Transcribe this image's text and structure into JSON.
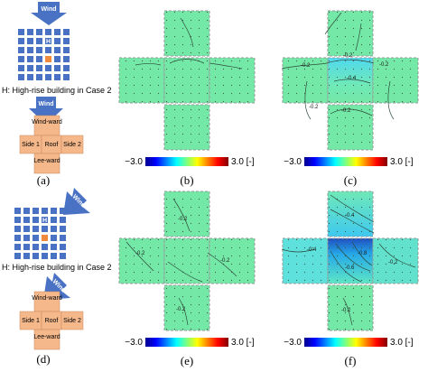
{
  "panels": {
    "a": {
      "label": "(a)",
      "wind_label": "Wind",
      "wind_label_2": "Wind",
      "building_marker": "H",
      "caption": "H: High-rise building in Case 2",
      "faces": {
        "windward": "Wind-ward",
        "side1": "Side 1",
        "roof": "Roof",
        "side2": "Side 2",
        "leeward": "Lee-ward"
      }
    },
    "b": {
      "label": "(b)"
    },
    "c": {
      "label": "(c)",
      "contour_labels": [
        "-0.2",
        "-0.2",
        "-0.2",
        "-0.4",
        "-0.2",
        "-0.2"
      ]
    },
    "d": {
      "label": "(d)",
      "wind_label": "Wind",
      "wind_label_2": "Wind",
      "building_marker": "H",
      "caption": "H: High-rise building in Case 2",
      "faces": {
        "windward": "Wind-ward",
        "side1": "Side 1",
        "roof": "Roof",
        "side2": "Side 2",
        "leeward": "Lee-ward"
      }
    },
    "e": {
      "label": "(e)",
      "contour_labels": [
        "-0.2",
        "-0.2",
        "-0.2",
        "-0.2"
      ]
    },
    "f": {
      "label": "(f)",
      "contour_labels": [
        "-0.4",
        "-0.4",
        "-0.2",
        "-0.2",
        "-0.6",
        "-0.8"
      ]
    }
  },
  "colorbar": {
    "min_label": "−3.0",
    "max_label": "3.0 [-]"
  },
  "colors": {
    "building_blue": "#4a72c4",
    "high_rise_orange": "#f08a3c",
    "face_orange": "#f5b88b",
    "field_green": "#74e8a6"
  }
}
